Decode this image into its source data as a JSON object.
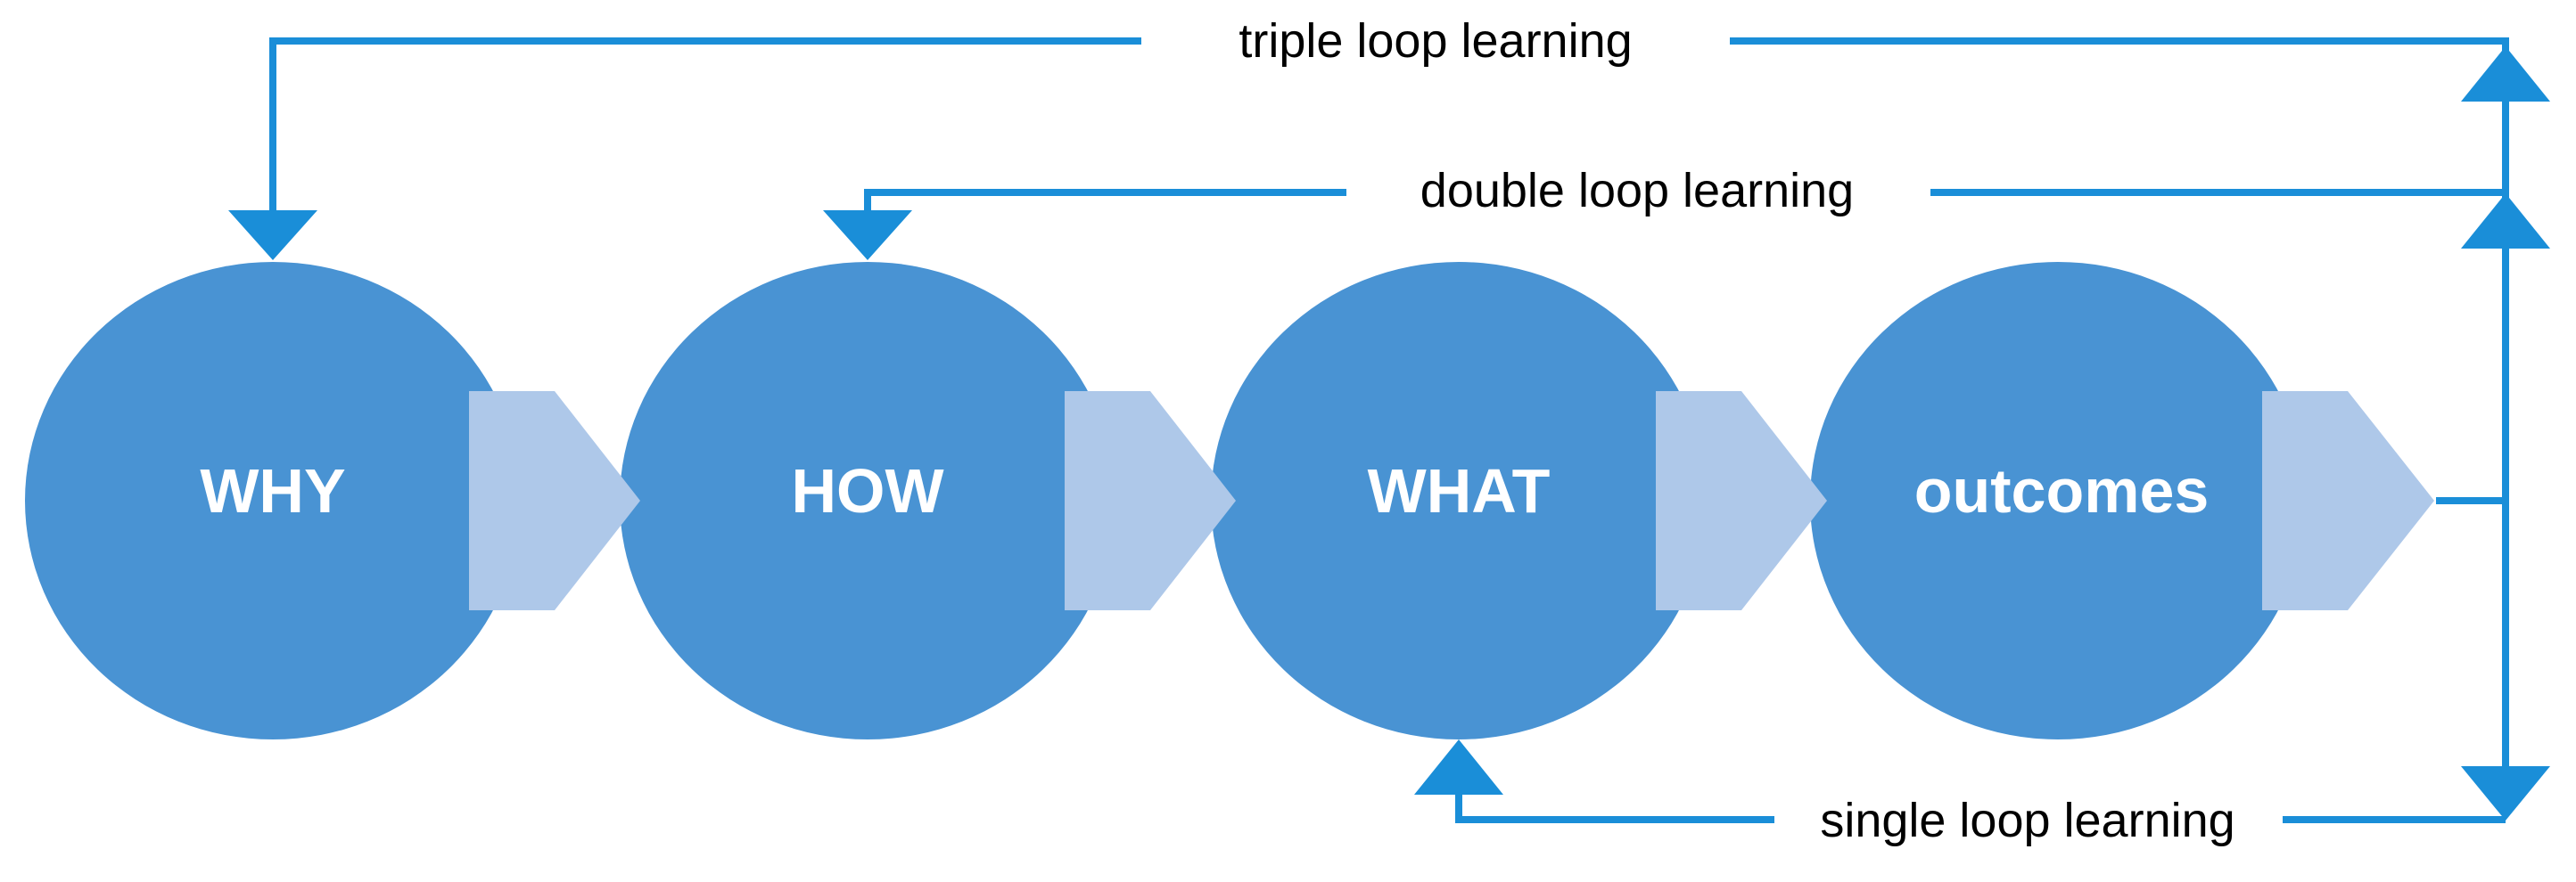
{
  "diagram": {
    "stages": [
      {
        "label": "WHY"
      },
      {
        "label": "HOW"
      },
      {
        "label": "WHAT"
      },
      {
        "label": "outcomes"
      }
    ],
    "loops": {
      "triple": {
        "label": "triple loop learning"
      },
      "double": {
        "label": "double loop learning"
      },
      "single": {
        "label": "single loop learning"
      }
    },
    "colors": {
      "circle": "#4993d3",
      "chevron": "#aec8e9",
      "loop_line": "#1a8ed8",
      "text_on_circle": "#ffffff",
      "text_loop": "#000000"
    }
  }
}
